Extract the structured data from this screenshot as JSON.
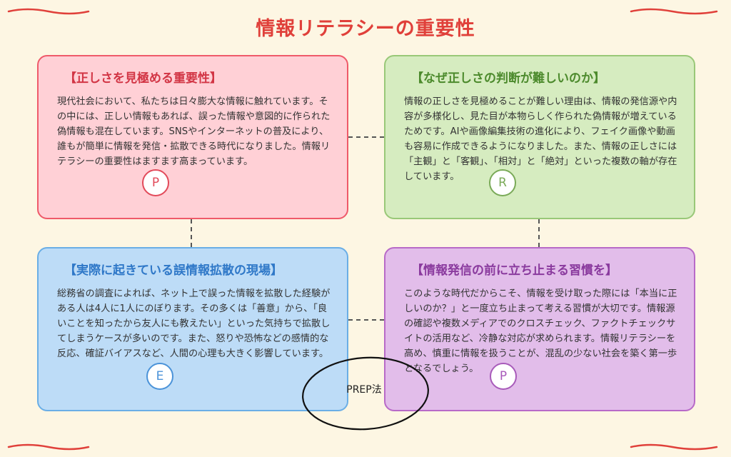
{
  "title": "情報リテラシーの重要性",
  "colors": {
    "title": "#e0403a",
    "p1": {
      "bg": "#ffd0d6",
      "border": "#ef5a6a",
      "title": "#d23545",
      "badge": "#e24a5a"
    },
    "r": {
      "bg": "#d6ecc0",
      "border": "#99c878",
      "title": "#4c8a2c",
      "badge": "#7aaa58"
    },
    "e": {
      "bg": "#bddcf7",
      "border": "#6aaee6",
      "title": "#2f78c8",
      "badge": "#4b93d9"
    },
    "p2": {
      "bg": "#e2bdea",
      "border": "#b86ac8",
      "title": "#8a3a9e",
      "badge": "#a85bba"
    }
  },
  "cards": {
    "p1": {
      "title": "【正しさを見極める重要性】",
      "body": "現代社会において、私たちは日々膨大な情報に触れています。その中には、正しい情報もあれば、誤った情報や意図的に作られた偽情報も混在しています。SNSやインターネットの普及により、誰もが簡単に情報を発信・拡散できる時代になりました。情報リテラシーの重要性はますます高まっています。",
      "badge": "P"
    },
    "r": {
      "title": "【なぜ正しさの判断が難しいのか】",
      "body": "情報の正しさを見極めることが難しい理由は、情報の発信源や内容が多様化し、見た目が本物らしく作られた偽情報が増えているためです。AIや画像編集技術の進化により、フェイク画像や動画も容易に作成できるようになりました。また、情報の正しさには「主観」と「客観」、「相対」と「絶対」といった複数の軸が存在しています。",
      "badge": "R"
    },
    "e": {
      "title": "【実際に起きている誤情報拡散の現場】",
      "body": "総務省の調査によれば、ネット上で誤った情報を拡散した経験がある人は4人に1人にのぼります。その多くは「善意」から、「良いことを知ったから友人にも教えたい」といった気持ちで拡散してしまうケースが多いのです。また、怒りや恐怖などの感情的な反応、確証バイアスなど、人間の心理も大きく影響しています。",
      "badge": "E"
    },
    "p2": {
      "title": "【情報発信の前に立ち止まる習慣を】",
      "body": "このような時代だからこそ、情報を受け取った際には「本当に正しいのか？」と一度立ち止まって考える習慣が大切です。情報源の確認や複数メディアでのクロスチェック、ファクトチェックサイトの活用など、冷静な対応が求められます。情報リテラシーを高め、慎重に情報を扱うことが、混乱の少ない社会を築く第一歩となるでしょう。",
      "badge": "P"
    }
  },
  "center_label": "PREP法"
}
